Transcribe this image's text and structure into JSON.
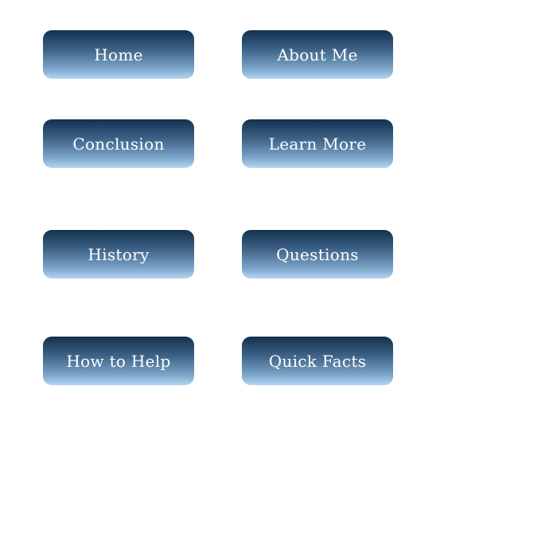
{
  "nav": {
    "home": "Home",
    "about_me": "About Me",
    "conclusion": "Conclusion",
    "learn_more": "Learn More",
    "history": "History",
    "questions": "Questions",
    "how_to_help": "How to Help",
    "quick_facts": "Quick Facts"
  },
  "colors": {
    "button_gradient_top": "#13304f",
    "button_gradient_bottom": "#b3d5f2",
    "button_text": "#ffffff",
    "background": "#ffffff"
  }
}
